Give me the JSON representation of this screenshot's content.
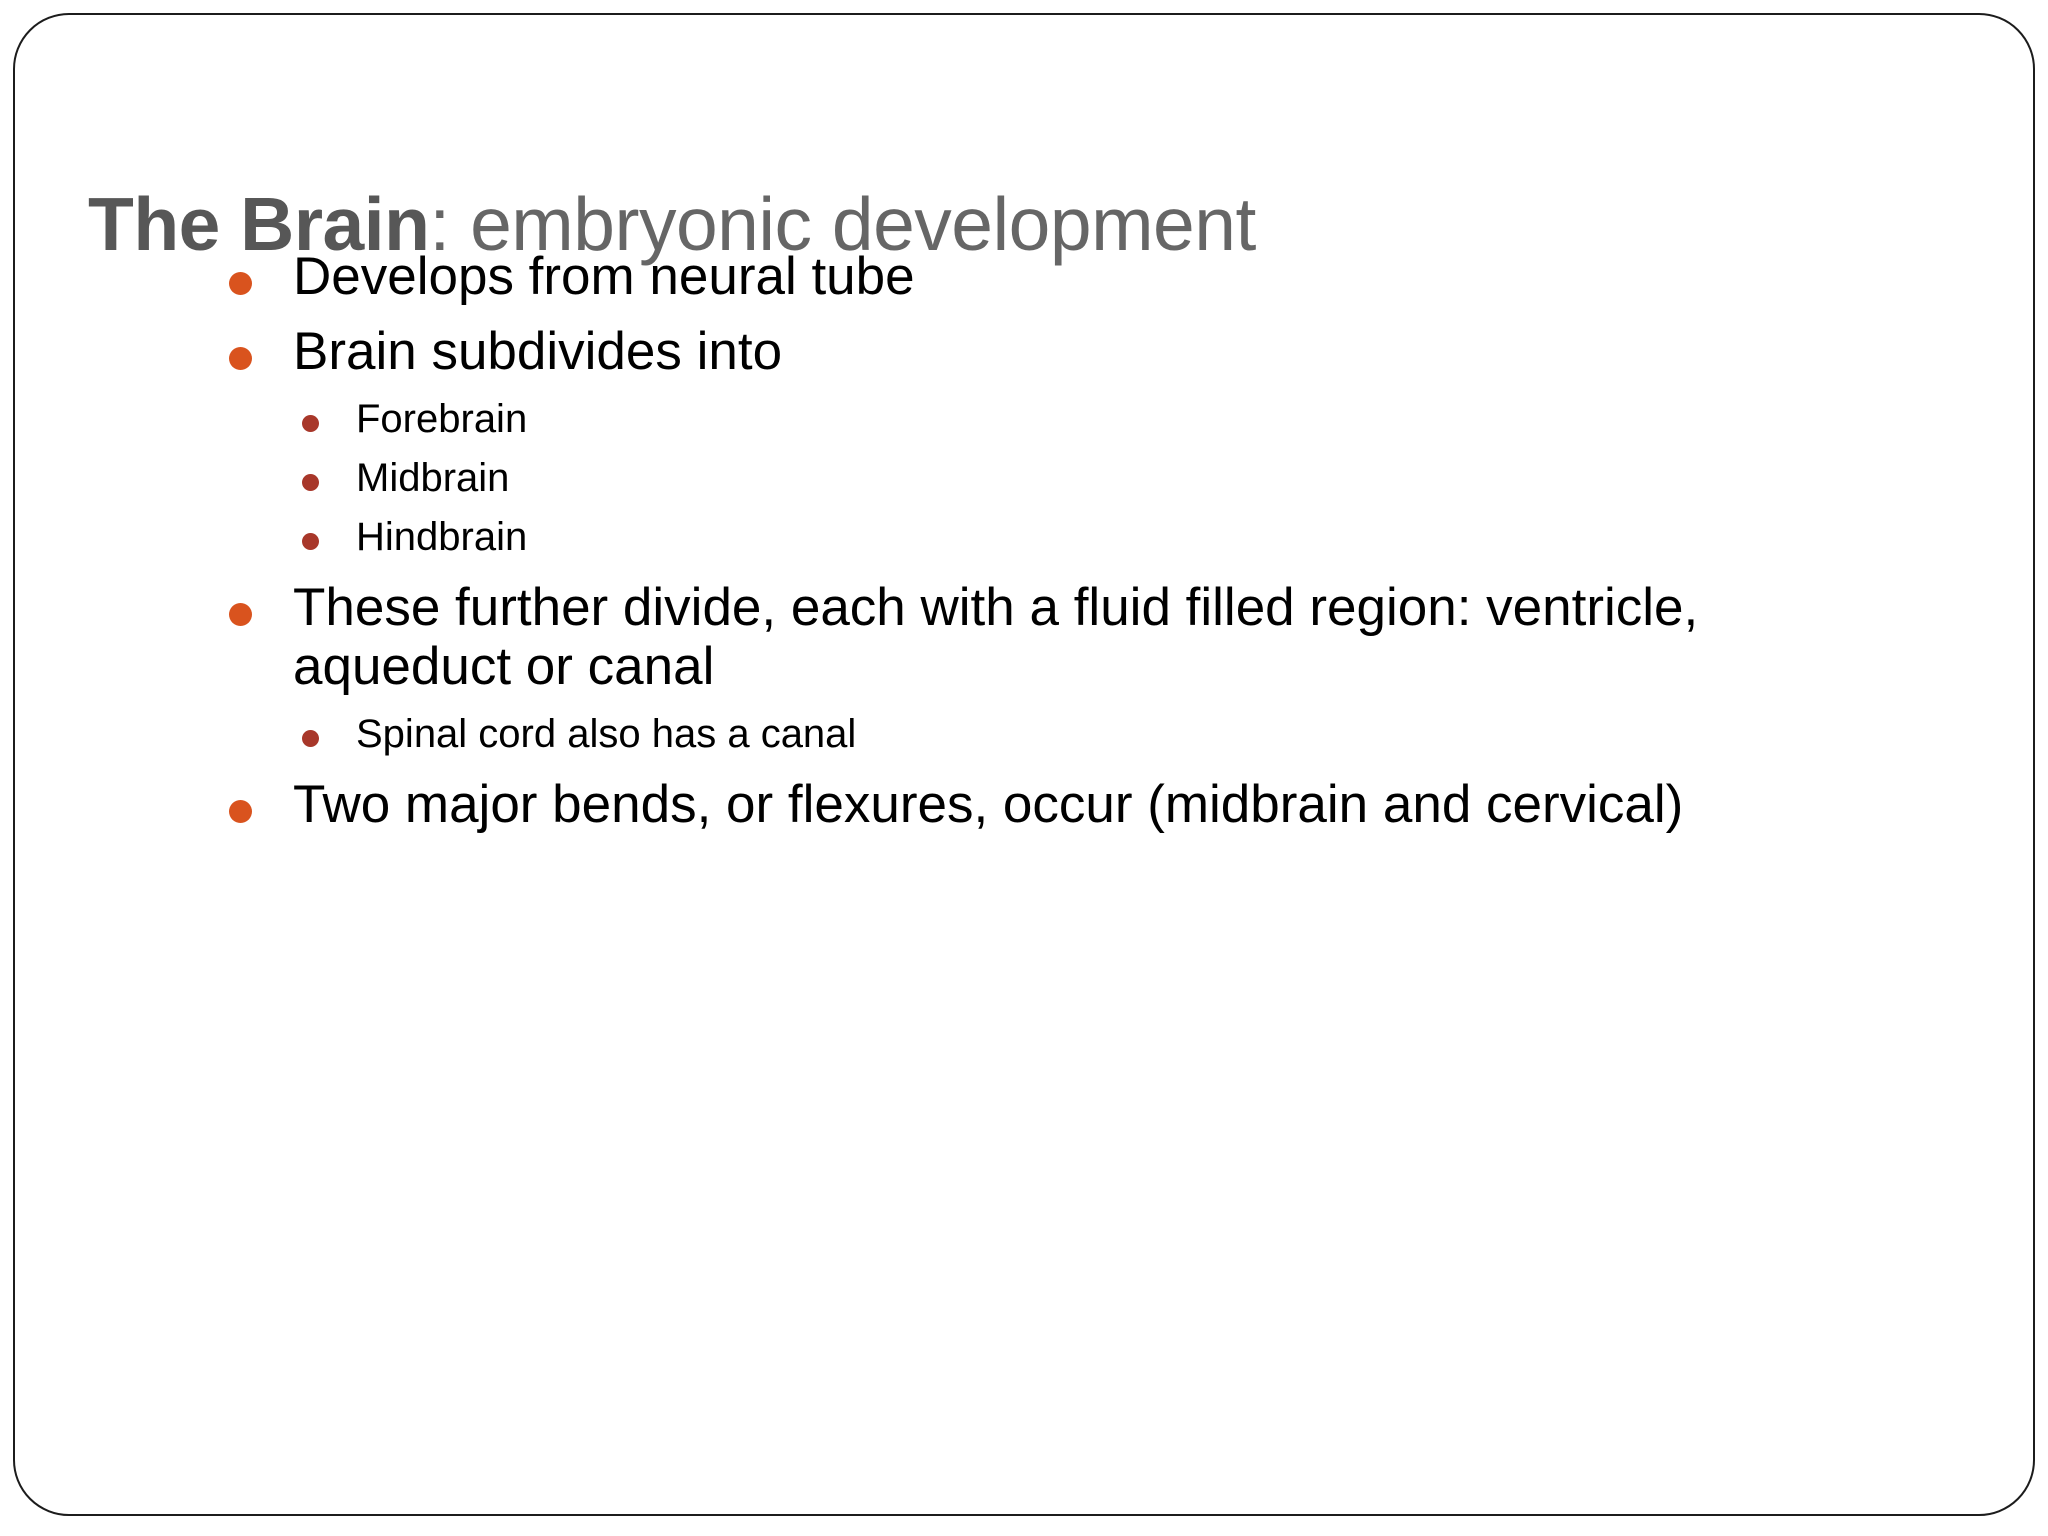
{
  "slide": {
    "background_color": "#ffffff",
    "border_color": "#1c1c1c",
    "title": {
      "bold_part": "The Brain",
      "rest_part": ": embryonic development",
      "full_text": "The Brain: embryonic development",
      "color": "#5e5e5e"
    },
    "bullet_colors": {
      "level1": "#d9531e",
      "level2": "#a8372a"
    },
    "body": [
      {
        "level": 1,
        "text": "Develops from neural tube"
      },
      {
        "level": 1,
        "text": "Brain subdivides into"
      },
      {
        "level": 2,
        "text": "Forebrain"
      },
      {
        "level": 2,
        "text": "Midbrain"
      },
      {
        "level": 2,
        "text": "Hindbrain"
      },
      {
        "level": 1,
        "text": "These further divide, each with a fluid filled region: ventricle, aqueduct or canal"
      },
      {
        "level": 2,
        "text": "Spinal cord also has a canal"
      },
      {
        "level": 1,
        "text": "Two major bends, or flexures, occur (midbrain and cervical)"
      }
    ]
  }
}
